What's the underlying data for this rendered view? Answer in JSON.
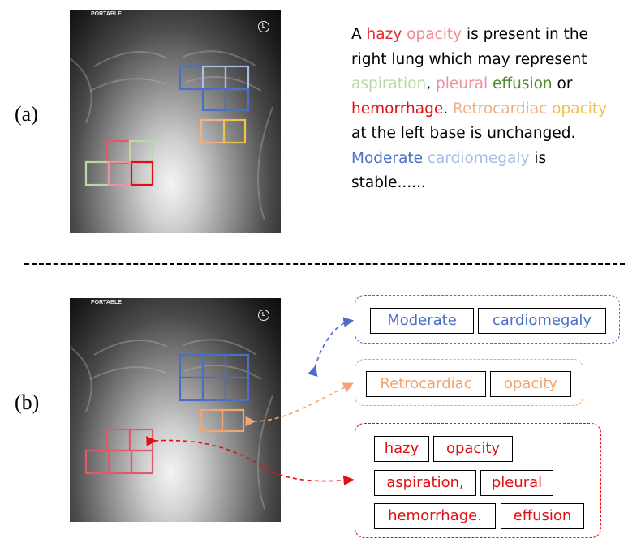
{
  "panel_a": {
    "label": "(a)",
    "xray": {
      "portable_text": "PORTABLE",
      "side_marker": "L"
    },
    "report_segments": [
      {
        "text": "A ",
        "color": "#000000"
      },
      {
        "text": "hazy",
        "color": "#e8262d"
      },
      {
        "text": " ",
        "color": "#000000"
      },
      {
        "text": "opacity",
        "color": "#f08a93"
      },
      {
        "text": " is present in the right lung which may represent ",
        "color": "#000000"
      },
      {
        "text": "aspiration",
        "color": "#b9d9a3"
      },
      {
        "text": ", ",
        "color": "#000000"
      },
      {
        "text": "pleural",
        "color": "#ef8fa2"
      },
      {
        "text": " ",
        "color": "#000000"
      },
      {
        "text": "effusion",
        "color": "#4e8b2e"
      },
      {
        "text": " or ",
        "color": "#000000"
      },
      {
        "text": "hemorrhage",
        "color": "#e01010"
      },
      {
        "text": ". ",
        "color": "#000000"
      },
      {
        "text": "Retrocardiac",
        "color": "#f2b084"
      },
      {
        "text": " ",
        "color": "#000000"
      },
      {
        "text": "opacity",
        "color": "#f0c050"
      },
      {
        "text": " at the left base is unchanged. ",
        "color": "#000000"
      },
      {
        "text": "Moderate",
        "color": "#4a6fc7"
      },
      {
        "text": " ",
        "color": "#000000"
      },
      {
        "text": "cardiomegaly",
        "color": "#a9bde6"
      },
      {
        "text": " is stable......",
        "color": "#000000"
      }
    ]
  },
  "panel_b": {
    "label": "(b)",
    "xray": {
      "portable_text": "PORTABLE",
      "side_marker": "L"
    },
    "groups": [
      {
        "name": "cardiomegaly-group",
        "color": "#4a6fc7",
        "tokens": [
          "Moderate",
          "cardiomegaly"
        ]
      },
      {
        "name": "retrocardiac-group",
        "color": "#f2a572",
        "tokens": [
          "Retrocardiac",
          "opacity"
        ]
      },
      {
        "name": "right-lung-group",
        "color": "#e01010",
        "tokens": [
          "hazy",
          "opacity",
          "aspiration,",
          "pleural",
          "hemorrhage.",
          "effusion"
        ]
      }
    ]
  },
  "colors": {
    "blue": "#4a6fc7",
    "light_blue": "#a9bde6",
    "orange": "#f2a572",
    "yellow": "#f0c050",
    "red": "#e01010",
    "pink": "#f08a93",
    "light_green": "#b9d9a3",
    "green": "#4e8b2e"
  }
}
